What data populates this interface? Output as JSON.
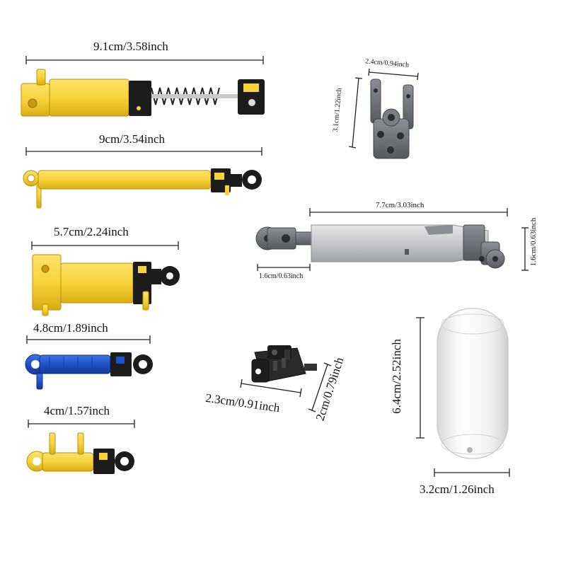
{
  "colors": {
    "yellow": "#f7d23a",
    "yellow_dark": "#d9ad14",
    "black": "#1c1c1c",
    "blue": "#1e52c9",
    "gray_dark": "#6b6f75",
    "gray_light": "#c6c8cb",
    "white_part": "#f2f2f2",
    "line": "#222222"
  },
  "parts": [
    {
      "id": "large-pneumatic-cylinder-spring",
      "dimension": "9.1cm/3.58inch",
      "color": "yellow"
    },
    {
      "id": "long-pneumatic-cylinder",
      "dimension": "9cm/3.54inch",
      "color": "yellow"
    },
    {
      "id": "medium-pneumatic-cylinder",
      "dimension": "5.7cm/2.24inch",
      "color": "yellow"
    },
    {
      "id": "blue-pneumatic-cylinder",
      "dimension": "4.8cm/1.89inch",
      "color": "blue"
    },
    {
      "id": "small-pneumatic-cylinder",
      "dimension": "4cm/1.57inch",
      "color": "yellow"
    },
    {
      "id": "gray-fork-connector",
      "width": "2.4cm/0.94inch",
      "height": "3.1cm/1.22inch",
      "color": "gray_dark"
    },
    {
      "id": "gray-linear-actuator",
      "length": "7.7cm/3.03inch",
      "end_width": "1.6cm/0.63inch",
      "height": "1.6cm/0.63inch",
      "color": "gray_light"
    },
    {
      "id": "black-pneumatic-switch",
      "width": "2.3cm/0.91inch",
      "height": "2cm/0.79inch",
      "color": "black"
    },
    {
      "id": "white-air-tank",
      "height": "6.4cm/2.52inch",
      "width": "3.2cm/1.26inch",
      "color": "white_part"
    }
  ]
}
